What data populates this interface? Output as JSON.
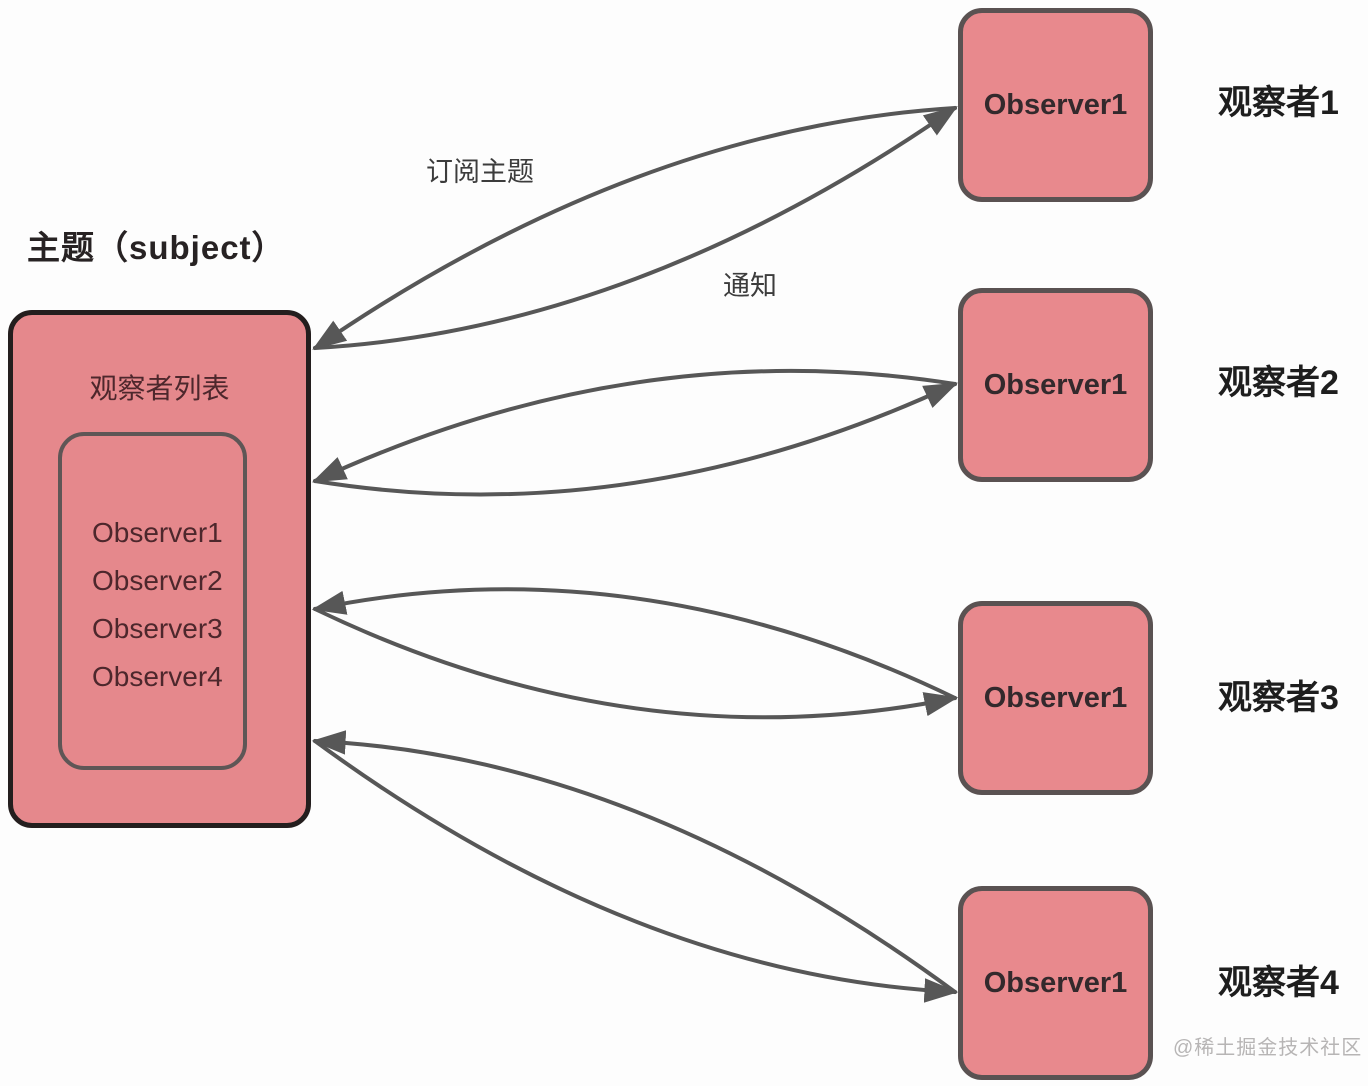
{
  "subject": {
    "title": "主题（subject）",
    "list_title": "观察者列表",
    "list_items": [
      "Observer1",
      "Observer2",
      "Observer3",
      "Observer4"
    ]
  },
  "edge_labels": {
    "subscribe": "订阅主题",
    "notify": "通知"
  },
  "observers": [
    {
      "box_label": "Observer1",
      "side_label": "观察者1"
    },
    {
      "box_label": "Observer1",
      "side_label": "观察者2"
    },
    {
      "box_label": "Observer1",
      "side_label": "观察者3"
    },
    {
      "box_label": "Observer1",
      "side_label": "观察者4"
    }
  ],
  "watermark": "@稀土掘金技术社区",
  "colors": {
    "box_fill": "#e5888c",
    "subject_border": "#241e1e",
    "observer_border": "#5a5252",
    "inner_border": "#5e5656",
    "arrow": "#575757",
    "list_text": "#4d272c"
  }
}
